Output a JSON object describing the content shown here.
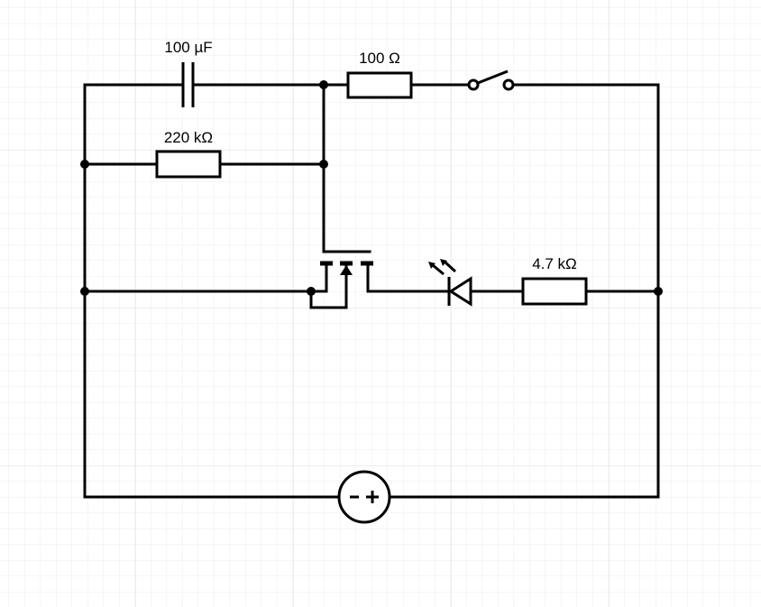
{
  "canvas": {
    "background": "#ffffff",
    "grid_minor_color": "#eeeeee",
    "grid_major_color": "#dcdcdc",
    "line_color": "#000000"
  },
  "components": {
    "capacitor": {
      "label": "100 µF"
    },
    "resistor_top": {
      "label": "100 Ω"
    },
    "resistor_left": {
      "label": "220 kΩ"
    },
    "resistor_led": {
      "label": "4.7 kΩ"
    },
    "switch": {
      "label": ""
    },
    "mosfet": {
      "label": ""
    },
    "led": {
      "label": ""
    },
    "battery": {
      "label": ""
    }
  }
}
